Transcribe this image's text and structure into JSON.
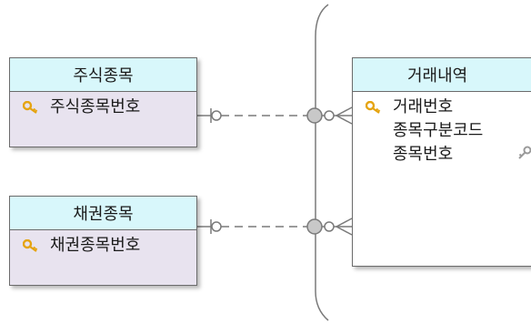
{
  "entities": {
    "stock": {
      "name": "주식종목",
      "attributes": [
        {
          "label": "주식종목번호",
          "key": "primary"
        }
      ]
    },
    "bond": {
      "name": "채권종목",
      "attributes": [
        {
          "label": "채권종목번호",
          "key": "primary"
        }
      ]
    },
    "transaction": {
      "name": "거래내역",
      "attributes": [
        {
          "label": "거래번호",
          "key": "primary"
        },
        {
          "label": "종목구분코드",
          "key": "none"
        },
        {
          "label": "종목번호",
          "key": "foreign"
        }
      ]
    }
  },
  "relationships": [
    {
      "from": "stock",
      "to": "transaction",
      "from_end": "one-optional",
      "to_end": "many-optional"
    },
    {
      "from": "bond",
      "to": "transaction",
      "from_end": "one-optional",
      "to_end": "many-optional"
    }
  ],
  "colors": {
    "header_bg": "#d8f7fb",
    "body_bg": "#e8e3ef",
    "key_gold": "#e5a411",
    "line": "#7a7a7a"
  }
}
